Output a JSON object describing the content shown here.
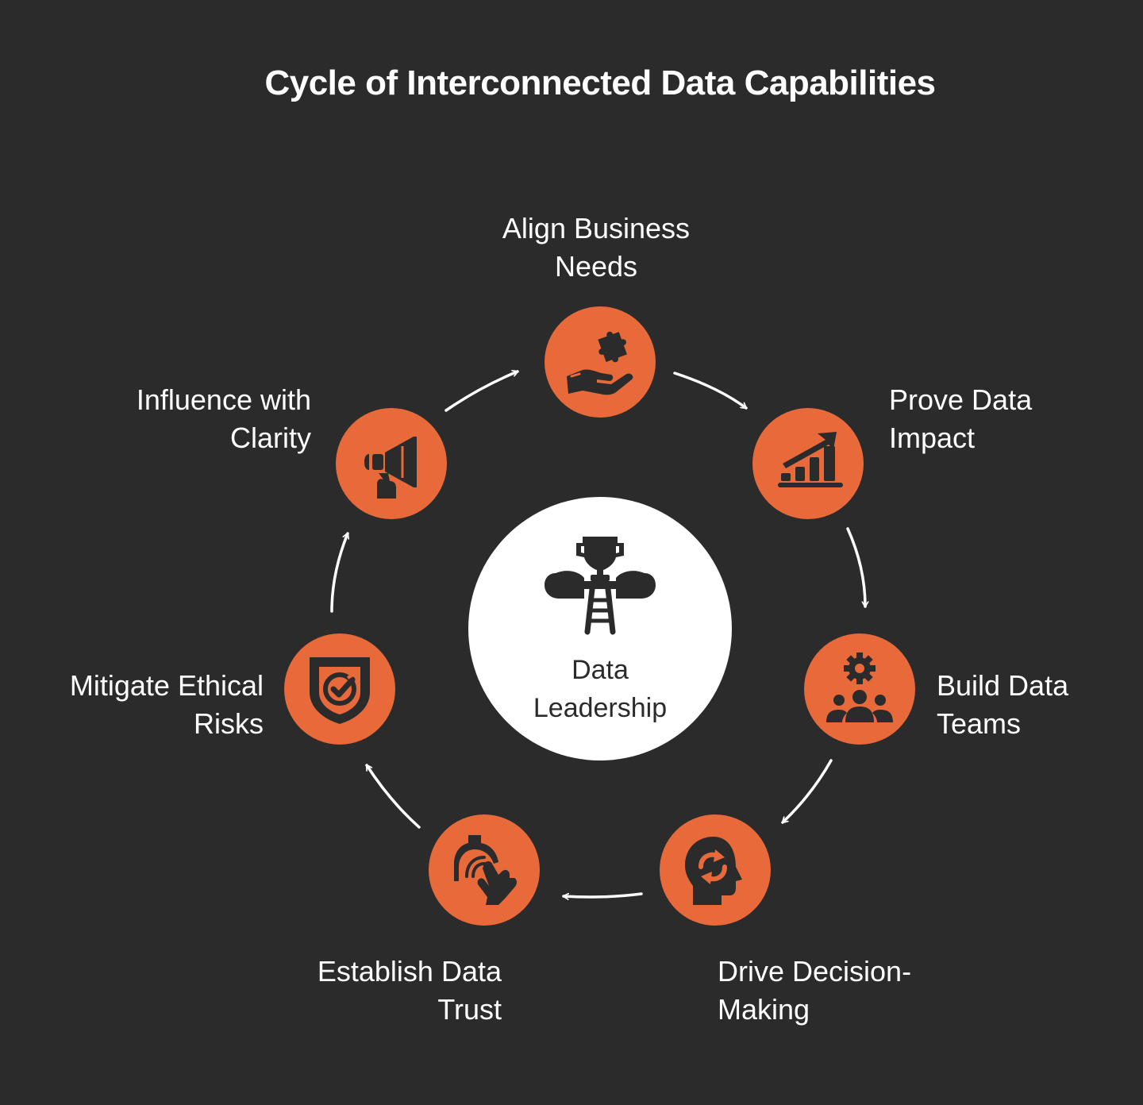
{
  "title": "Cycle of Interconnected Data Capabilities",
  "center": {
    "label": "Data\nLeadership",
    "icon": "trophy-ladder-icon"
  },
  "accent_color": "#e8693a",
  "background_color": "#2b2b2b",
  "steps": [
    {
      "label": "Align Business\nNeeds",
      "icon": "hand-puzzle-icon"
    },
    {
      "label": "Prove Data\nImpact",
      "icon": "growth-chart-icon"
    },
    {
      "label": "Build Data\nTeams",
      "icon": "team-gear-icon"
    },
    {
      "label": "Drive Decision-\nMaking",
      "icon": "head-cycle-icon"
    },
    {
      "label": "Establish Data\nTrust",
      "icon": "hand-signal-icon"
    },
    {
      "label": "Mitigate Ethical\nRisks",
      "icon": "shield-check-icon"
    },
    {
      "label": "Influence with\nClarity",
      "icon": "megaphone-icon"
    }
  ]
}
